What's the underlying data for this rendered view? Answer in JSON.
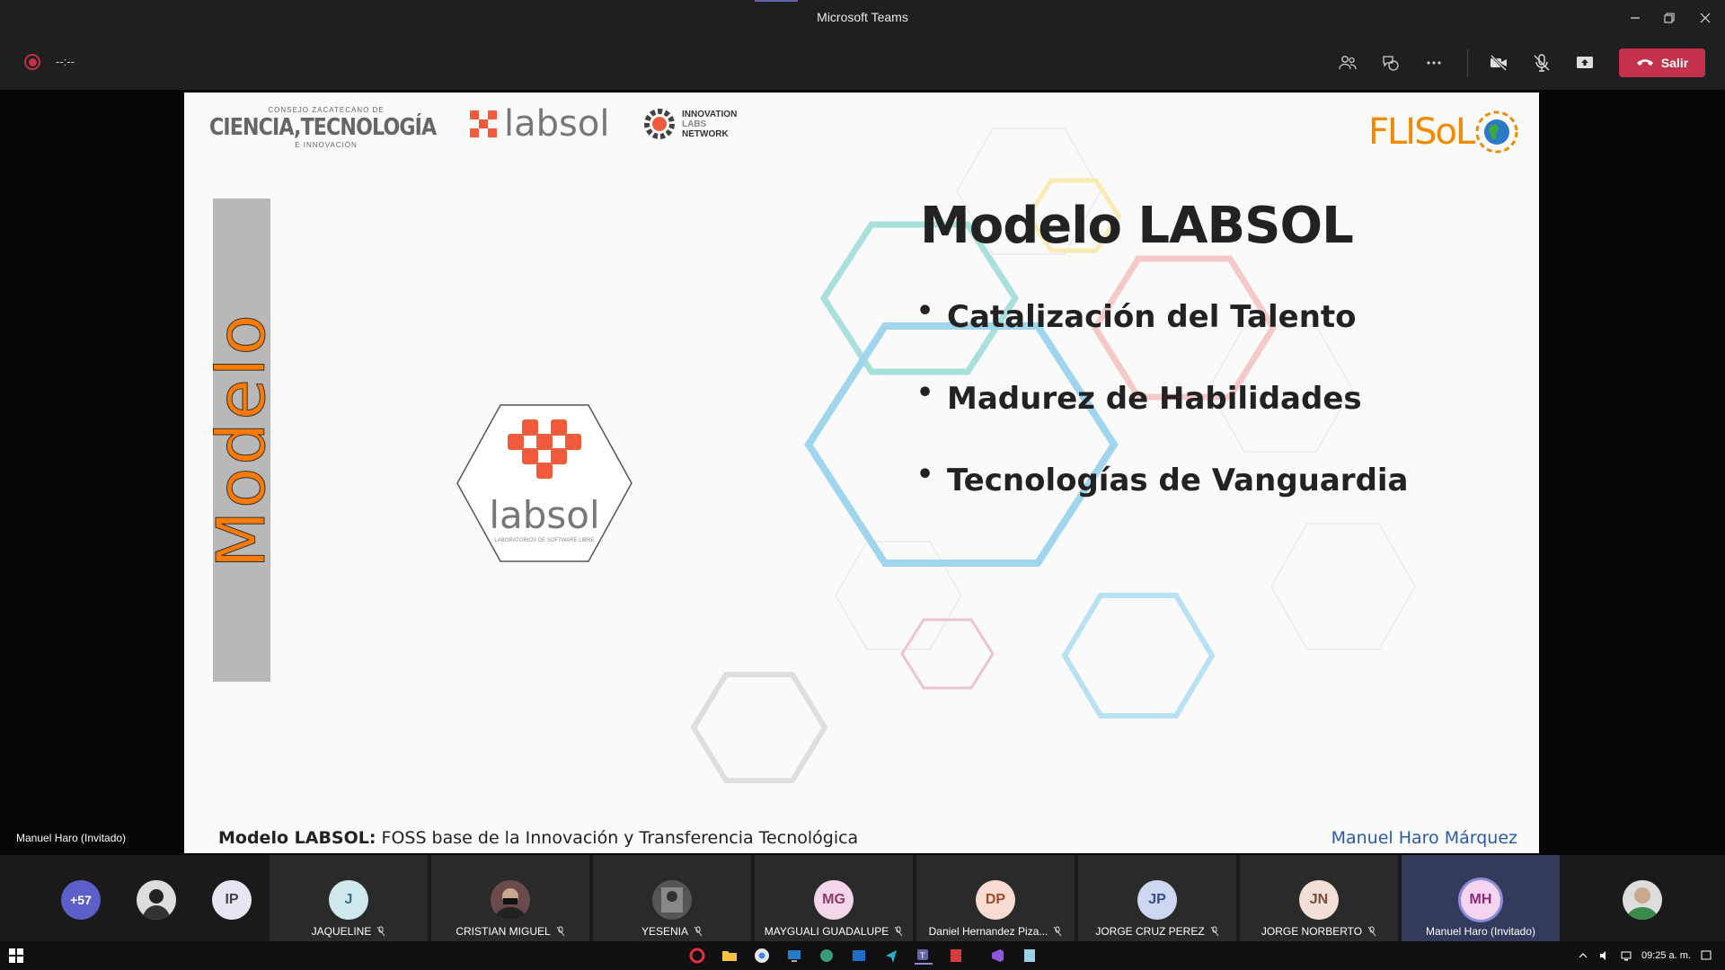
{
  "window": {
    "title": "Microsoft Teams"
  },
  "toolbar": {
    "timer": "--:--",
    "leave_label": "Salir"
  },
  "slide": {
    "logos": {
      "czt_small": "CONSEJO ZACATECANO DE",
      "czt_big": "CIENCIA,TECNOLOGÍA",
      "czt_sub": "E INNOVACIÓN",
      "labsol": "labsol",
      "iln_line1": "INNOVATION",
      "iln_line2": "LABS",
      "iln_line3": "NETWORK",
      "flisol": "FLISoL"
    },
    "side_label": "Modelo",
    "center_logo": "labsol",
    "center_logo_tagline": "LABORATORIOS DE SOFTWARE LIBRE",
    "title": "Modelo LABSOL",
    "bullets": [
      "Catalización del Talento",
      "Madurez de Habilidades",
      "Tecnologías de Vanguardia"
    ],
    "footer_bold": "Modelo LABSOL:",
    "footer_text": "FOSS base de la Innovación y Transferencia Tecnológica",
    "author": "Manuel Haro Márquez"
  },
  "presenter_label": "Manuel Haro (Invitado)",
  "participants": {
    "overflow": "+57",
    "unnamed": [
      {
        "initials": "IP",
        "color": "#e6e6f2"
      }
    ],
    "named": [
      {
        "initials": "J",
        "name": "JAQUELINE",
        "color": "#cfe8ee"
      },
      {
        "initials": "",
        "name": "CRISTIAN MIGUEL",
        "color": "#555"
      },
      {
        "initials": "",
        "name": "YESENIA",
        "color": "#555"
      },
      {
        "initials": "MG",
        "name": "MAYGUALI GUADALUPE",
        "color": "#f3d6e8"
      },
      {
        "initials": "DP",
        "name": "Daniel Hernandez Piza...",
        "color": "#f8dcd2"
      },
      {
        "initials": "JP",
        "name": "JORGE CRUZ PEREZ",
        "color": "#cdd8f0"
      },
      {
        "initials": "JN",
        "name": "JORGE NORBERTO",
        "color": "#f2e0d8"
      },
      {
        "initials": "MH",
        "name": "Manuel Haro (Invitado)",
        "color": "#f4d4ee"
      }
    ]
  },
  "taskbar": {
    "time": "09:25 a. m."
  },
  "colors": {
    "leave": "#c4314b",
    "accent": "#6264a7",
    "flisol": "#f08a00",
    "modelo": "#ff7a00"
  }
}
